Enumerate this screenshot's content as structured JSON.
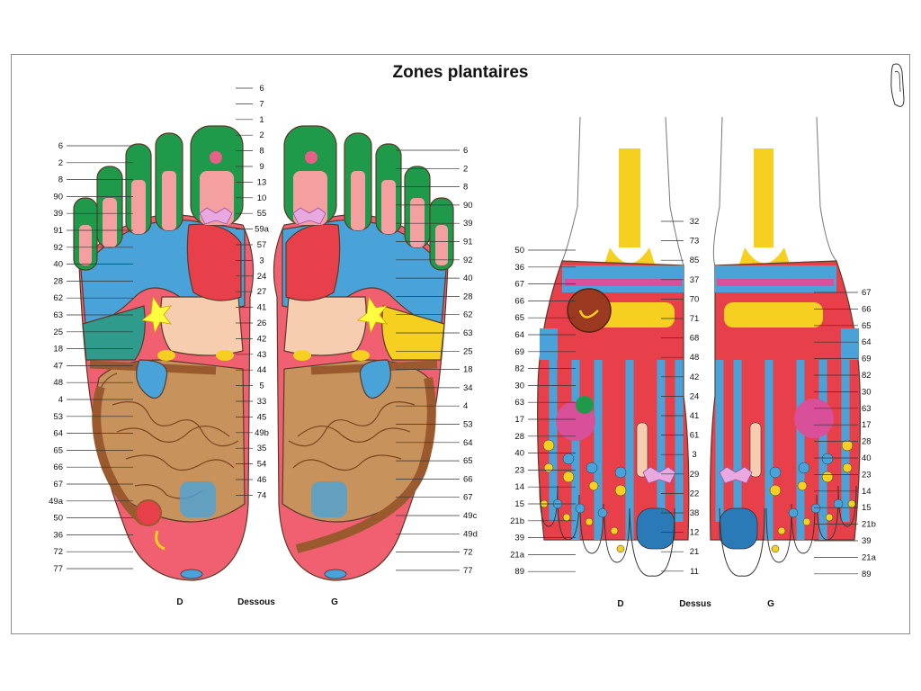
{
  "title": "Zones plantaires",
  "icon": "foot-outline-icon",
  "colors": {
    "toe": "#1f9a4a",
    "toe_tip": "#e8608a",
    "toe_body": "#f4a0a0",
    "blue": "#4aa3d8",
    "teal": "#2e9b8c",
    "red": "#e8404a",
    "heel": "#f06070",
    "skin": "#f7cdb0",
    "intestine": "#9b5a2e",
    "intestine_fill": "#c8925c",
    "yellow": "#f5d020",
    "magenta": "#d8509a",
    "orange": "#f08a30",
    "lilac": "#e8a8e0"
  },
  "plantar": {
    "left_labels": [
      "6",
      "2",
      "8",
      "90",
      "39",
      "91",
      "92",
      "40",
      "28",
      "62",
      "63",
      "25",
      "18",
      "47",
      "48",
      "4",
      "53",
      "64",
      "65",
      "66",
      "67",
      "49a",
      "50",
      "36",
      "72",
      "77"
    ],
    "right_labels": [
      "6",
      "2",
      "8",
      "90",
      "39",
      "91",
      "92",
      "40",
      "28",
      "62",
      "63",
      "25",
      "18",
      "34",
      "4",
      "53",
      "64",
      "65",
      "66",
      "67",
      "49c",
      "49d",
      "72",
      "77"
    ],
    "center_labels": [
      "6",
      "7",
      "1",
      "2",
      "8",
      "9",
      "13",
      "10",
      "55",
      "59a",
      "57",
      "3",
      "24",
      "27",
      "41",
      "26",
      "42",
      "43",
      "44",
      "5",
      "33",
      "45",
      "49b",
      "35",
      "54",
      "46",
      "74"
    ],
    "caption_left": "D",
    "caption_mid": "Dessous",
    "caption_right": "G"
  },
  "dorsal": {
    "left_labels": [
      "50",
      "36",
      "67",
      "66",
      "65",
      "64",
      "69",
      "82",
      "30",
      "63",
      "17",
      "28",
      "40",
      "23",
      "14",
      "15",
      "21b",
      "39",
      "21a",
      "89"
    ],
    "right_labels": [
      "67",
      "66",
      "65",
      "64",
      "69",
      "82",
      "30",
      "63",
      "17",
      "28",
      "40",
      "23",
      "14",
      "15",
      "21b",
      "39",
      "21a",
      "89"
    ],
    "center_labels": [
      "32",
      "73",
      "85",
      "37",
      "70",
      "71",
      "68",
      "48",
      "42",
      "24",
      "41",
      "61",
      "3",
      "29",
      "22",
      "38",
      "12",
      "21",
      "11"
    ],
    "caption_left": "D",
    "caption_mid": "Dessus",
    "caption_right": "G"
  }
}
